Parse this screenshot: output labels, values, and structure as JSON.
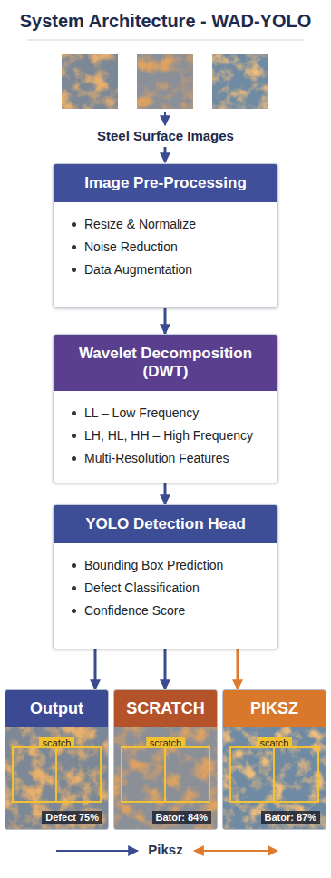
{
  "diagram": {
    "title": "System Architecture - WAD-YOLO",
    "nodes": [
      {
        "text": [
          "Image Pre-Processing",
          "Resize & Normalize",
          "Noise Reduction",
          "Data Augmentation"
        ]
      },
      {
        "text": [
          "Wavelet Decomposition (DWT)",
          "LL – Low Frequency",
          "LH, HL, HH – High Frequency",
          "Multi-Resolution Features"
        ]
      },
      {
        "text": [
          "YOLO Detection Head",
          "Bounding Box Prediction",
          "Defect Classification",
          "Confidence Score"
        ]
      },
      {
        "text": [
          "Output",
          "scatch",
          "Defect 75%"
        ]
      },
      {
        "text": [
          "SCRATCH",
          "scratch",
          "Bator: 84%"
        ]
      },
      {
        "text": [
          "PIKSZ",
          "scatch",
          "Bator: 87%"
        ]
      }
    ],
    "edges": [
      {
        "from": 0,
        "to": 1,
        "arrow": "to"
      },
      {
        "from": 1,
        "to": 2,
        "arrow": "to"
      },
      {
        "from": 2,
        "to": 3,
        "arrow": "to"
      },
      {
        "from": 2,
        "to": 4,
        "arrow": "to"
      },
      {
        "from": 2,
        "to": 5,
        "arrow": "to"
      }
    ],
    "labels": [
      "Steel Surface Images",
      "Piksz"
    ]
  }
}
